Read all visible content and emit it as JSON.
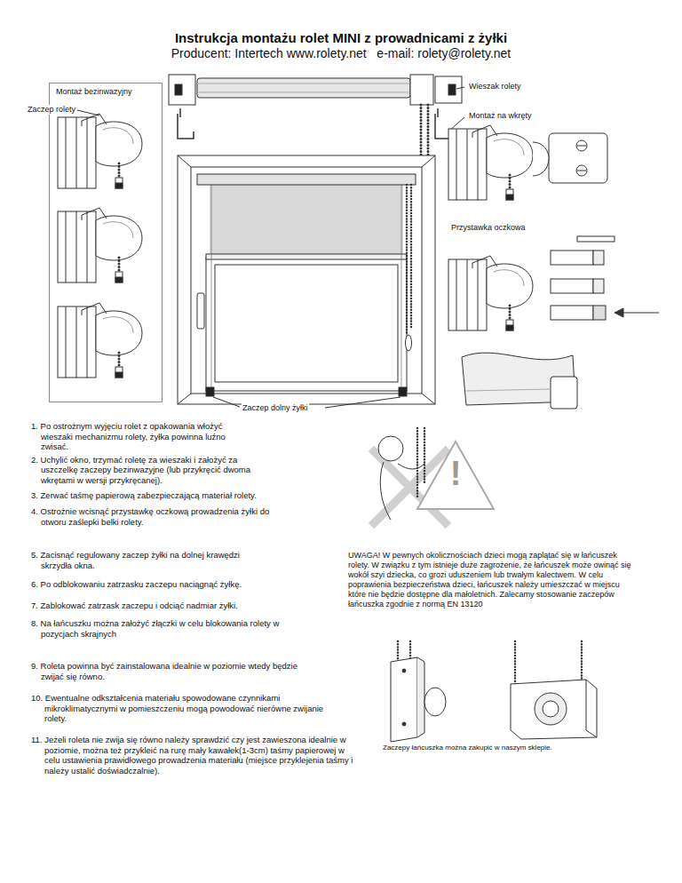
{
  "diagram": {
    "title": "Instrukcja montażu rolet MINI z prowadnicami z żyłki",
    "nodes": [
      {
        "text": [
          "Montaż bezinwazyjny",
          "Zaczep rolety"
        ]
      }
    ],
    "labels": [
      "Producent: Intertech www.rolety.net   e-mail: rolety@rolety.net",
      "Wieszak rolety",
      "Montaż na wkręty",
      "Przystawka oczkowa",
      "Zaczep dolny żyłki",
      "1. Po ostrożnym wyjęciu rolet z opakowania włożyć wieszaki mechanizmu rolety, żyłka powinna luźno zwisać.",
      "2. Uchylić okno, trzymać roletę za wieszaki i założyć za uszczelkę zaczepy bezinwazyjne (lub przykręcić dwoma wkrętami w wersji przykręcanej).",
      "3. Zerwać taśmę papierową zabezpieczającą materiał rolety.",
      "4. Ostrożnie wcisnąć przystawkę oczkową prowadzenia żyłki do otworu zaślepki belki rolety.",
      "5. Zacisnąć regulowany zaczep żyłki na dolnej krawędzi skrzydła okna.",
      "6. Po odblokowaniu zatrzasku zaczepu naciągnąć żyłkę.",
      "7. Zablokować zatrzask zaczepu i odciąć nadmiar żyłki.",
      "8. Na łańcuszku można założyć złączki w celu blokowania rolety w pozycjach skrajnych",
      "9. Roleta powinna być zainstalowana idealnie w poziomie wtedy będzie zwijać się równo.",
      "10. Ewentualne odkształcenia materiału spowodowane czynnikami mikroklimatycznymi w pomieszczeniu mogą powodować nierówne zwijanie rolety.",
      "11. Jeżeli roleta nie zwija się równo należy sprawdzić czy jest zawieszona idealnie w poziomie, można też przykleić na rurę mały kawałek(1-3cm) taśmy papierowej w celu ustawienia prawidłowego prowadzenia materiału (miejsce przyklejenia taśmy i należy ustalić doświadczalnie).",
      "!",
      "UWAGA! W pewnych okolicznościach dzieci mogą zaplątać się w łańcuszek rolety. W związku z tym istnieje duże zagrożenie, że łańcuszek może owinąć się wokół szyi dziecka, co grozi uduszeniem lub trwałym kalectwem. W celu poprawienia bezpieczeństwa dzieci, łańcuszek należy umieszczać w miejscu które nie będzie dostępne dla małoletnich. Zalecamy stosowanie zaczepów łańcuszka zgodnie z normą EN 13120",
      "Zaczepy łańcuszka można zakupić w naszym sklepie."
    ]
  }
}
